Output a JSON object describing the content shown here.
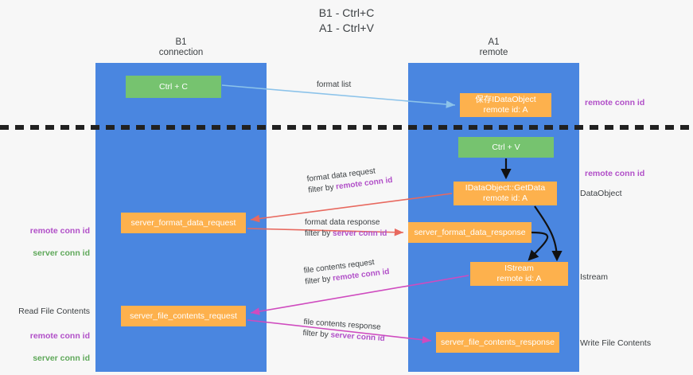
{
  "title": "B1 - Ctrl+C\nA1 - Ctrl+V",
  "lanes": [
    {
      "id": "b1",
      "label": "B1\nconnection"
    },
    {
      "id": "a1",
      "label": "A1\nremote"
    }
  ],
  "nodes": {
    "ctrl_c": "Ctrl + C",
    "save_idataobject": "保存IDataObject\nremote id: A",
    "ctrl_v": "Ctrl + V",
    "getdata": "IDataObject::GetData\nremote id: A",
    "server_format_data_request": "server_format_data_request",
    "server_format_data_response": "server_format_data_response",
    "istream": "IStream\nremote id: A",
    "server_file_contents_request": "server_file_contents_request",
    "server_file_contents_response": "server_file_contents_response"
  },
  "annotations": {
    "remote_conn_id_top": "remote conn id",
    "remote_conn_id_mid": "remote conn id",
    "dataobject": "DataObject",
    "istream": "Istream",
    "write_file_contents": "Write File Contents",
    "read_file_contents": "Read File Contents",
    "remote_conn_id_left": "remote conn id",
    "server_conn_id_left": "server conn id",
    "remote_conn_id_left2": "remote conn id",
    "server_conn_id_left2": "server conn id"
  },
  "edges": {
    "format_list": "format list",
    "format_data_request": "format data request",
    "format_data_request_filter_prefix": "filter by ",
    "format_data_request_filter_key": "remote conn id",
    "format_data_response": "format data response",
    "format_data_response_filter_prefix": "filter by ",
    "format_data_response_filter_key": "server conn id",
    "file_contents_request": "file contents request",
    "file_contents_request_filter_prefix": "filter by ",
    "file_contents_request_filter_key": "remote conn id",
    "file_contents_response": "file contents response",
    "file_contents_response_filter_prefix": "filter by ",
    "file_contents_response_filter_key": "server conn id"
  },
  "colors": {
    "lane": "#4a86e0",
    "green_node": "#76c36f",
    "orange_node": "#fdb14d",
    "purple_text": "#b14fc8",
    "green_text": "#5fa85a",
    "arrow_light_blue": "#8cc3ea",
    "arrow_red": "#e8695f",
    "arrow_magenta": "#cf4bbf",
    "arrow_black": "#000000",
    "background": "#f7f7f7"
  }
}
